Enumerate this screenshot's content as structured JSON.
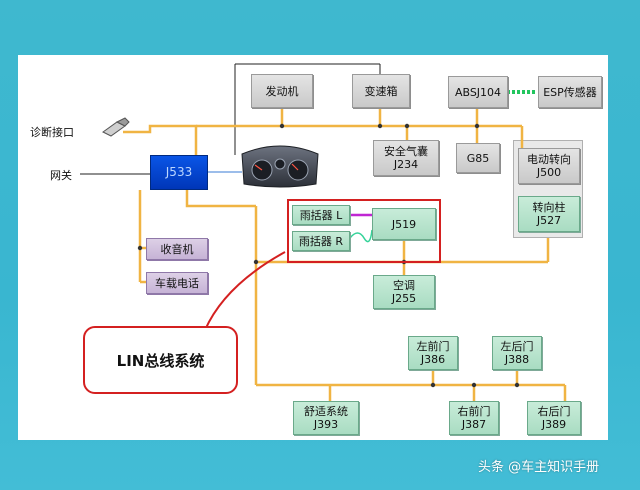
{
  "labels": {
    "diag_port": "诊断接口",
    "gateway": "网关"
  },
  "nodes": {
    "engine": "发动机",
    "gearbox": "变速箱",
    "abs": "ABSJ104",
    "esp": "ESP传感器",
    "airbag": [
      "安全气囊",
      "J234"
    ],
    "g85": "G85",
    "power_steering": [
      "电动转向",
      "J500"
    ],
    "steering_column": [
      "转向柱",
      "J527"
    ],
    "gateway_module": "J533",
    "wiper_l": "雨括器 L",
    "wiper_r": "雨括器 R",
    "j519": "J519",
    "ac": [
      "空调",
      "J255"
    ],
    "radio": "收音机",
    "car_phone": "车载电话",
    "front_left_door": [
      "左前门",
      "J386"
    ],
    "rear_left_door": [
      "左后门",
      "J388"
    ],
    "front_right_door": [
      "右前门",
      "J387"
    ],
    "rear_right_door": [
      "右后门",
      "J389"
    ],
    "comfort": [
      "舒适系统",
      "J393"
    ]
  },
  "callout": "LIN总线系统",
  "watermark": "头条 @车主知识手册",
  "colors": {
    "bus": "#f0b443",
    "lin": "#d42020",
    "esp_link": "#22c55e",
    "gateway": "#0a48d6"
  }
}
